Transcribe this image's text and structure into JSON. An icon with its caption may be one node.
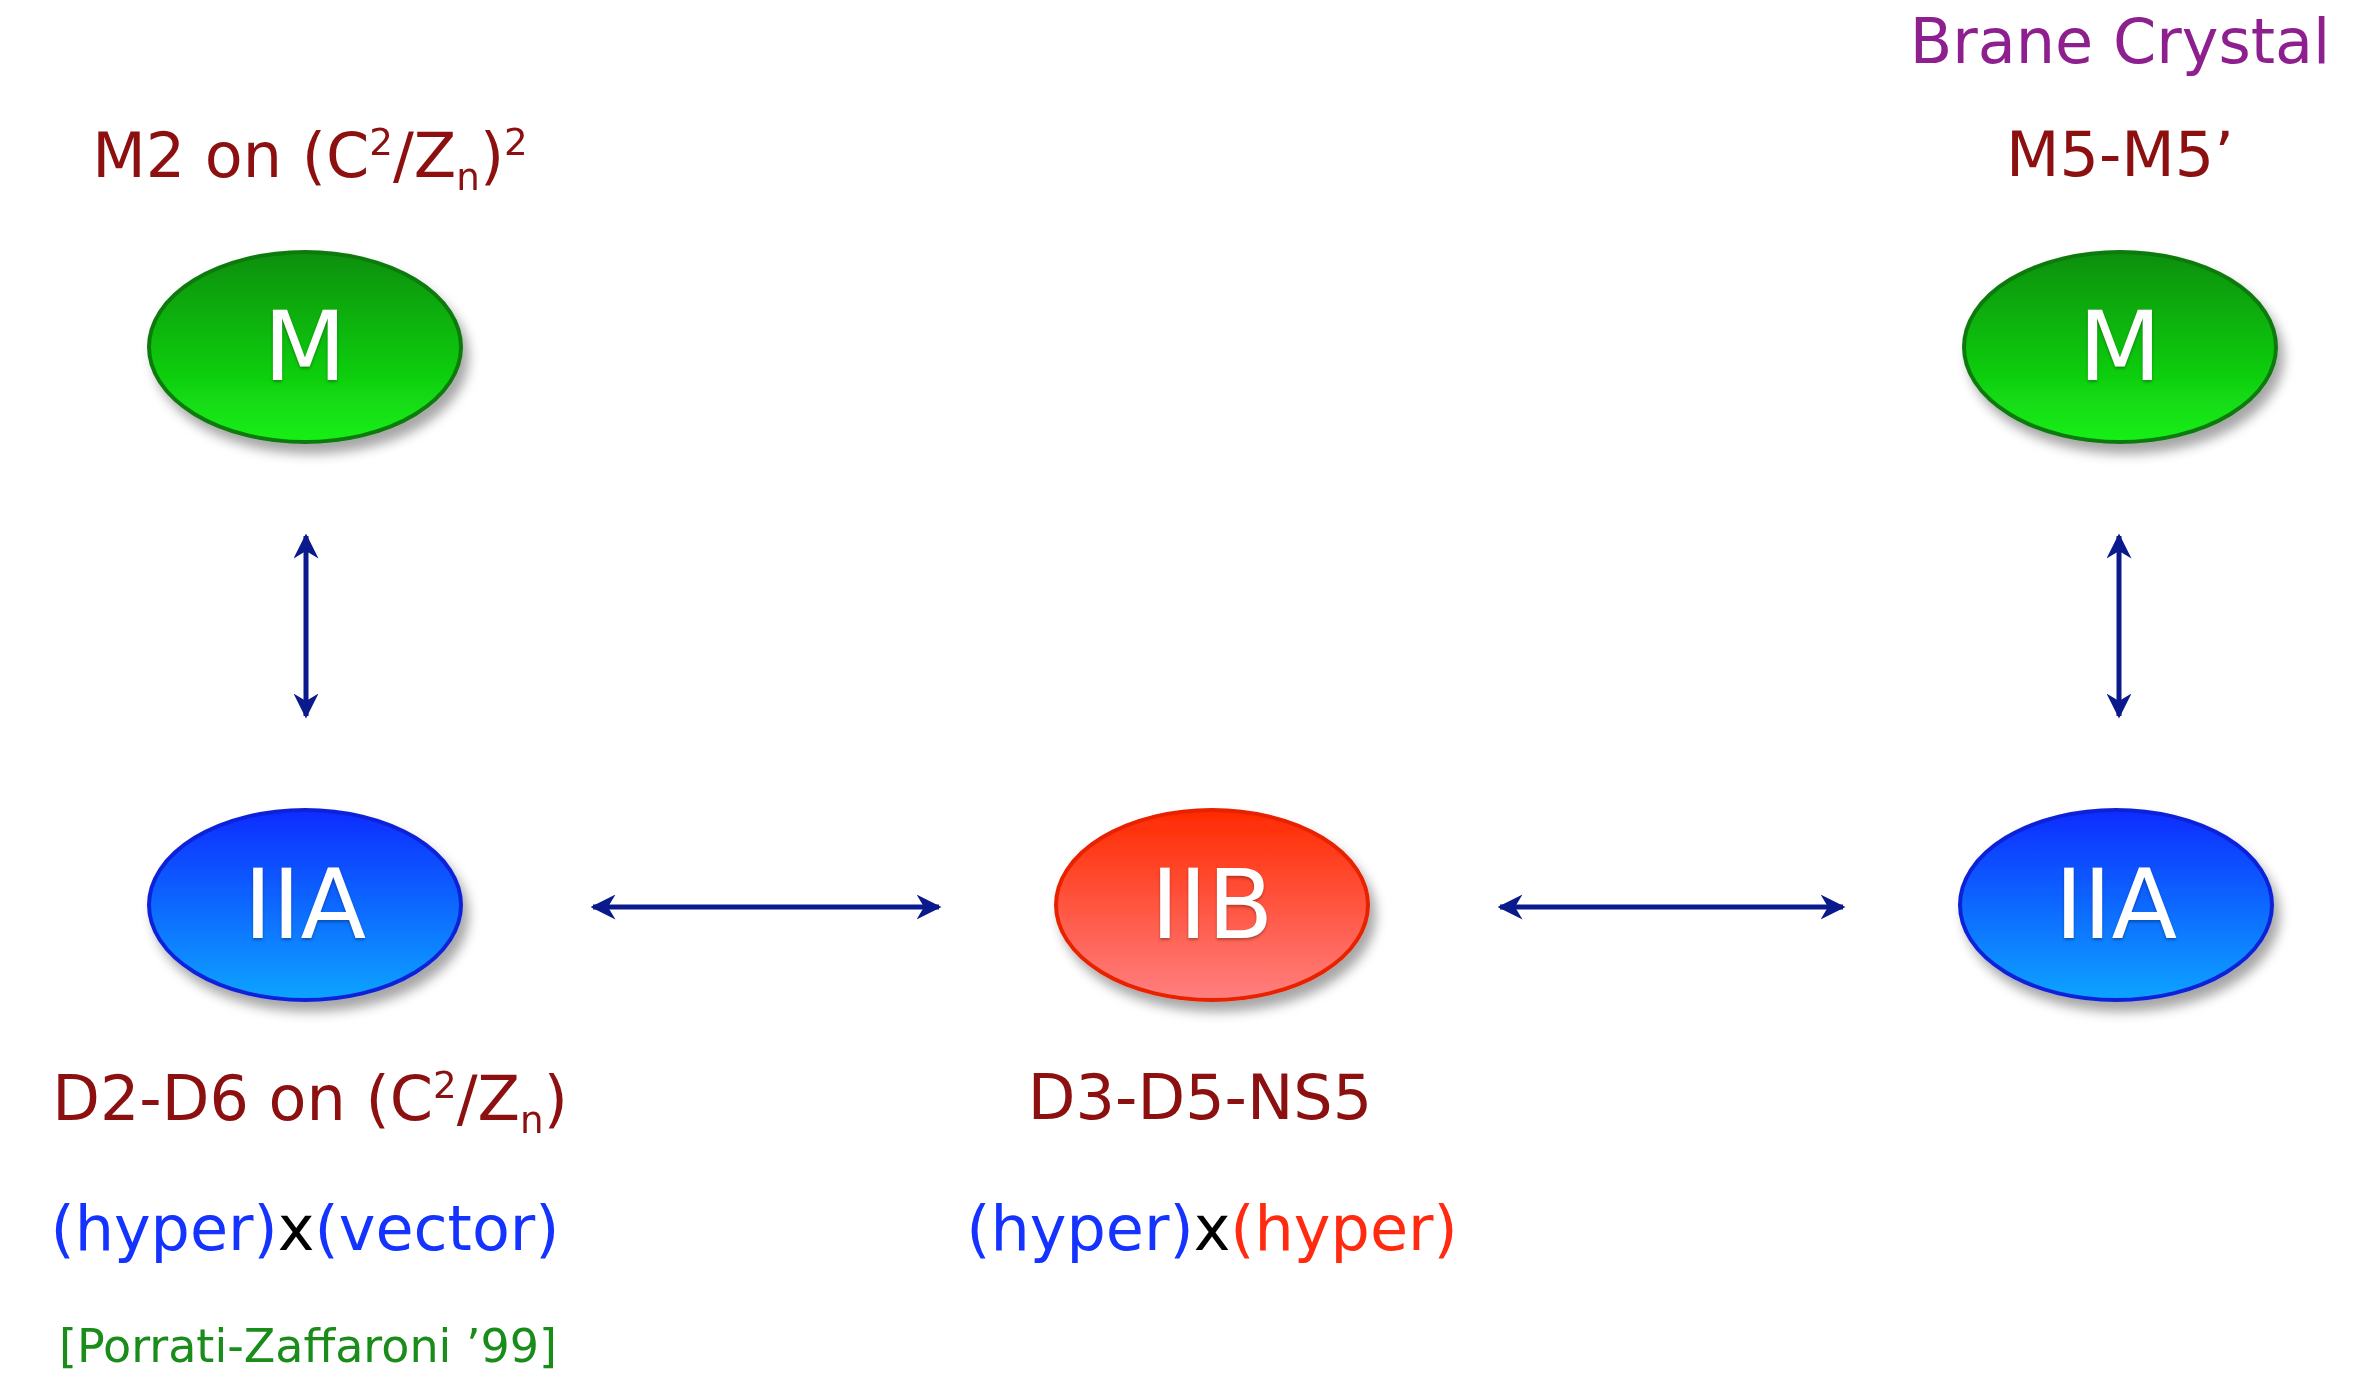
{
  "diagram": {
    "nodes": [
      {
        "text": [
          "M"
        ],
        "beside": [
          "M2 on (C$^{2}$/Z$_{n}$)$^{2}$"
        ]
      },
      {
        "text": [
          "M"
        ],
        "beside": [
          "Brane Crystal",
          "M5-M5’"
        ]
      },
      {
        "text": [
          "IIA"
        ],
        "beside": [
          "D2-D6 on (C$^{2}$/Z$_{n}$)",
          "(hyper)",
          "x",
          "(vector)",
          "[Porrati-Zaffaroni ’99]"
        ]
      },
      {
        "text": [
          "IIB"
        ],
        "beside": [
          "D3-D5-NS5",
          "(hyper)",
          "x",
          "(hyper)"
        ]
      },
      {
        "text": [
          "IIA"
        ]
      }
    ],
    "edges": [
      {
        "from": 0,
        "to": 2,
        "arrow": "both"
      },
      {
        "from": 2,
        "to": 3,
        "arrow": "both"
      },
      {
        "from": 3,
        "to": 4,
        "arrow": "both"
      },
      {
        "from": 1,
        "to": 4,
        "arrow": "both"
      }
    ]
  }
}
